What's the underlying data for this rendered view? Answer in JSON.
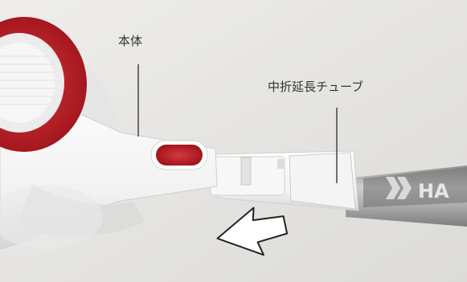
{
  "labels": {
    "body": "本体",
    "tube": "中折延長チューブ"
  },
  "brand_partial": "HA",
  "colors": {
    "accent_red": "#b3161f",
    "tube_silver": "#a8a8a8",
    "body_white": "#f4f4f4",
    "background": "#e7e6e4"
  },
  "icons": {
    "arrow": "outline-arrow-left-icon"
  }
}
